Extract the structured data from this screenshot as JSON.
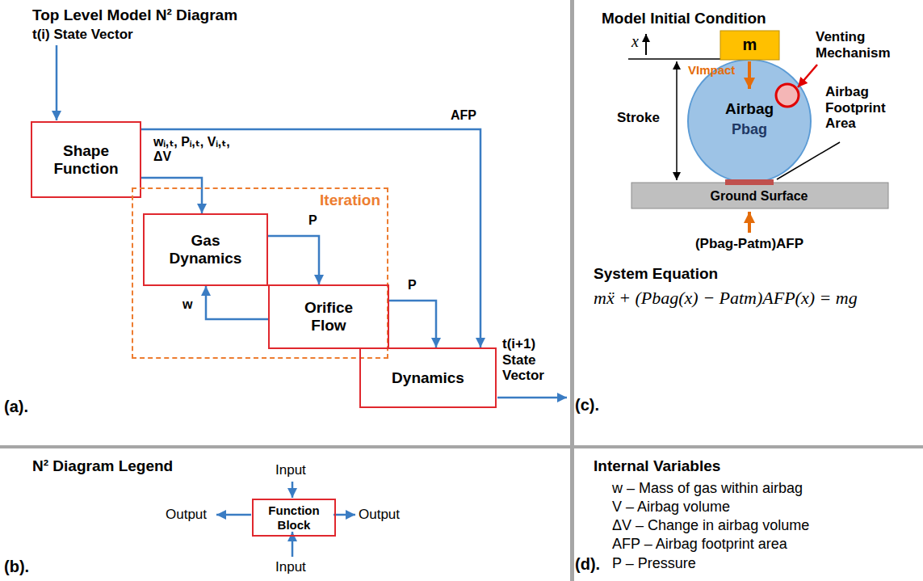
{
  "diagram": {
    "nodes": [
      {
        "text": [
          "Shape Function"
        ]
      },
      {
        "text": [
          "Iteration"
        ]
      },
      {
        "text": [
          "Gas Dynamics"
        ],
        "in": 1
      },
      {
        "text": [
          "Orifice Flow"
        ],
        "in": 1
      },
      {
        "text": [
          "Dynamics"
        ]
      },
      {
        "text": [
          "Function Block"
        ]
      }
    ],
    "edges": [
      {
        "from": 0,
        "to": 2,
        "arrow": "to",
        "label": "wᵢ,ₜ, Pᵢ,ₜ, Vᵢ,ₜ, ΔV"
      },
      {
        "from": 0,
        "to": 4,
        "arrow": "to",
        "label": "AFP"
      },
      {
        "from": 2,
        "to": 3,
        "arrow": "to",
        "label": "P"
      },
      {
        "from": 3,
        "to": 2,
        "arrow": "to",
        "label": "w"
      },
      {
        "from": 3,
        "to": 4,
        "arrow": "to",
        "label": "P"
      }
    ],
    "labels": [
      "Top Level Model N² Diagram",
      "t(i) State Vector",
      "t(i+1) State Vector",
      "(a).",
      "N² Diagram Legend",
      "Input",
      "Output",
      "Output",
      "Input",
      "(b).",
      "Model Initial Condition",
      "x",
      "m",
      "Venting Mechanism",
      "VImpact",
      "Stroke",
      "Airbag",
      "Pbag",
      "Airbag Footprint Area",
      "Ground Surface",
      "(Pbag-Patm)AFP",
      "System Equation",
      "mẍ + (Pbag(x) − Patm)AFP(x) = mg",
      "(c).",
      "Internal Variables",
      "w – Mass of gas within airbag",
      "V – Airbag volume",
      "ΔV – Change in airbag volume",
      "AFP – Airbag footprint area",
      "P – Pressure",
      "(d)."
    ]
  }
}
